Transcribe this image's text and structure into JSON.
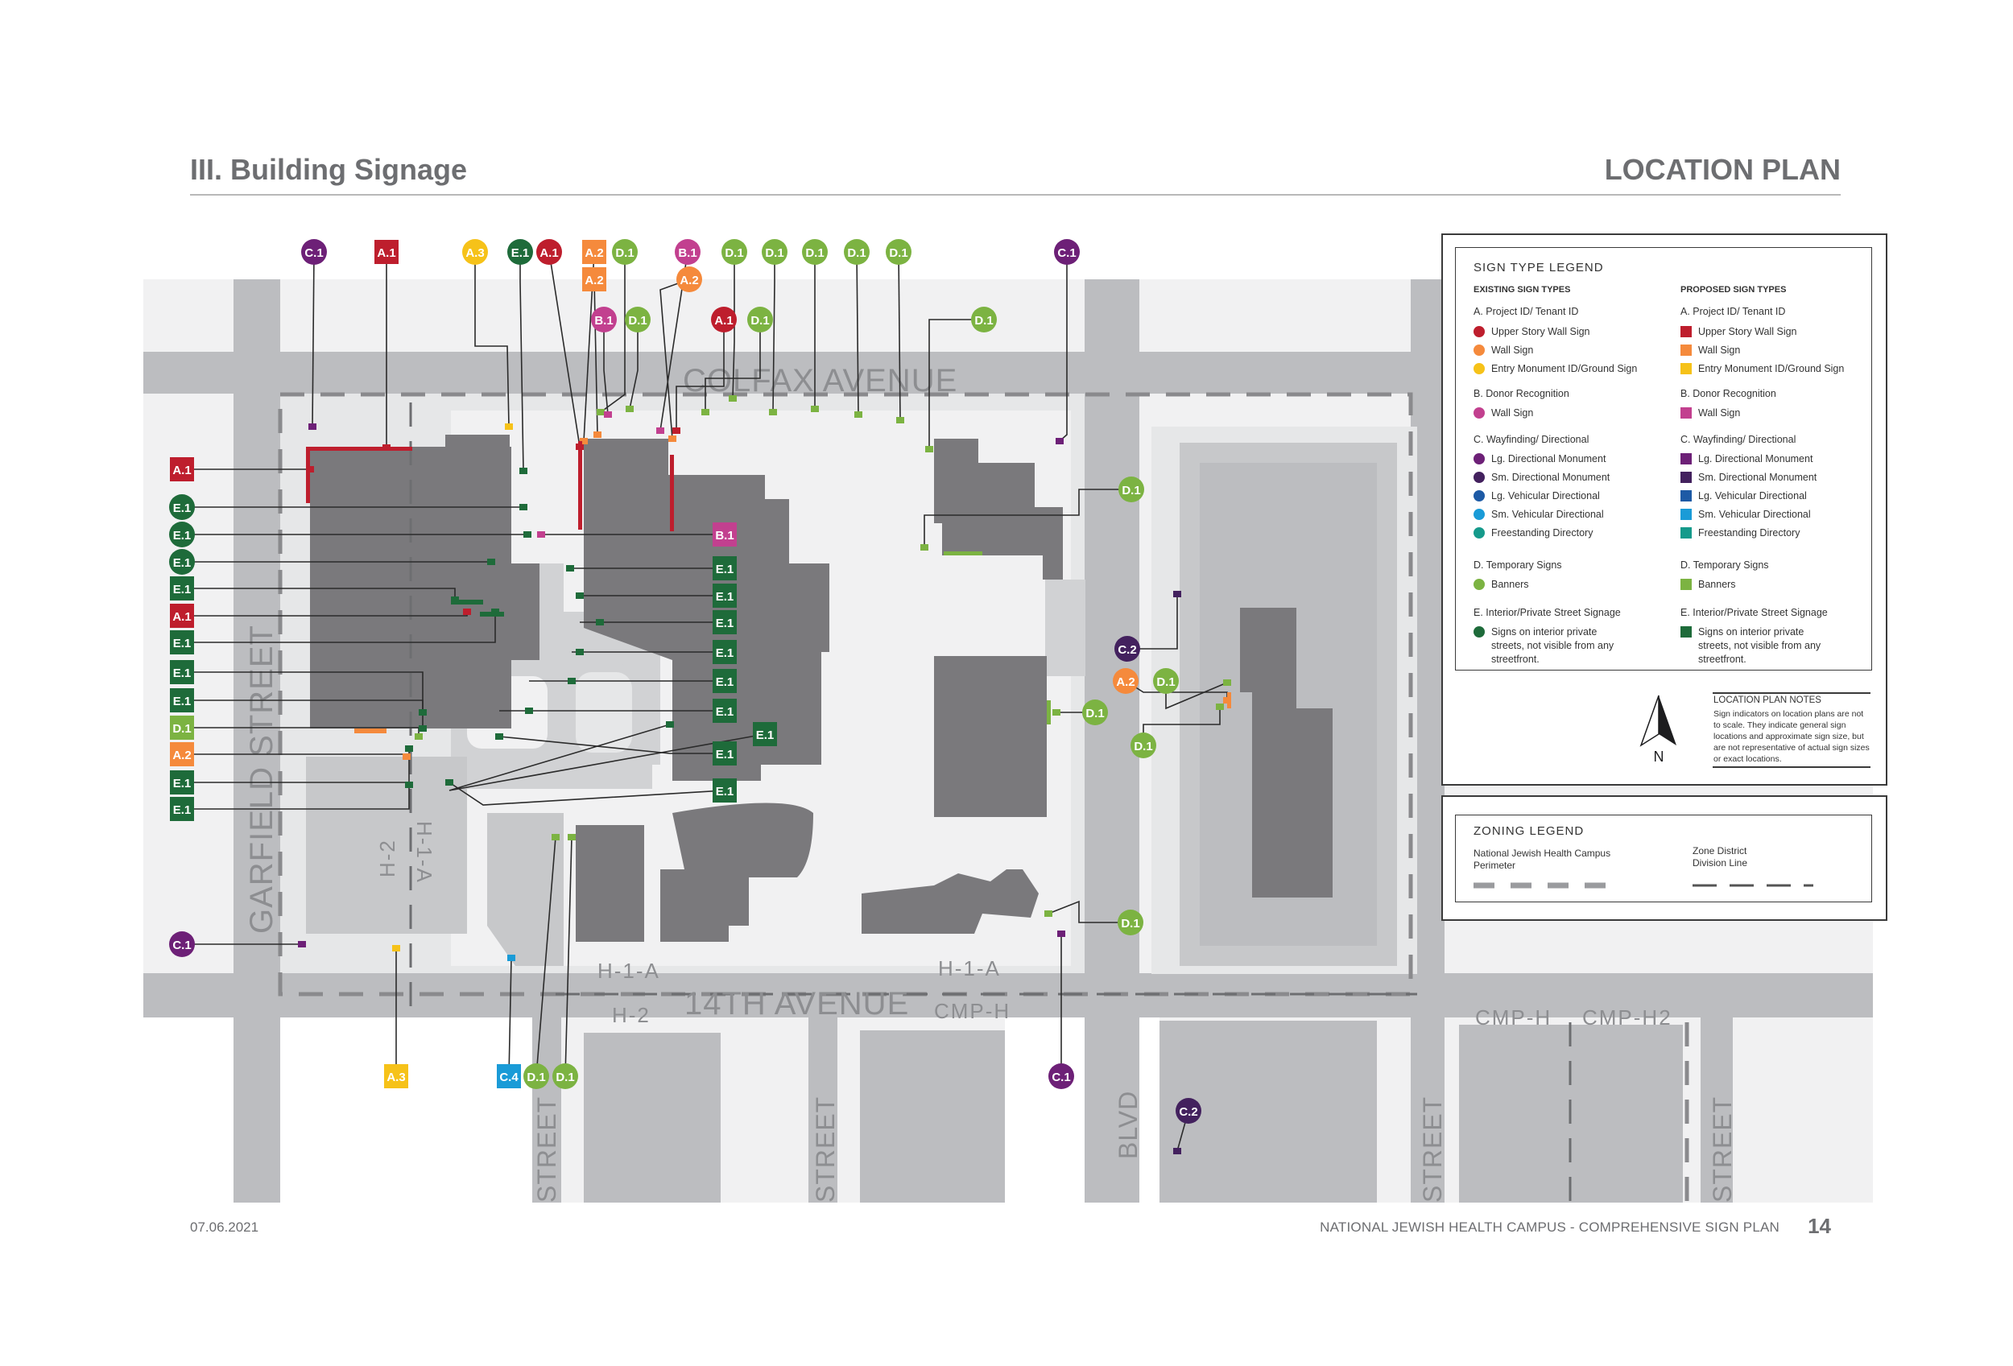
{
  "header": {
    "section_title": "III. Building Signage",
    "page_title": "LOCATION PLAN"
  },
  "footer": {
    "date": "07.06.2021",
    "doc_title": "NATIONAL JEWISH HEALTH CAMPUS - COMPREHENSIVE SIGN PLAN",
    "page_number": "14"
  },
  "colors": {
    "A.1": "#be1e2d",
    "A.2": "#f58a3c",
    "A.3": "#f6c219",
    "B.1": "#c2408f",
    "C.1": "#6d2077",
    "C.2": "#43215e",
    "C.3": "#1d5aa5",
    "C.4": "#1a9bd7",
    "C.5": "#159a8b",
    "D.1": "#7cb342",
    "E.1": "#1e6b3a"
  },
  "streets": {
    "colfax": "COLFAX AVENUE",
    "fourteenth": "14TH AVENUE",
    "garfield": "GARFIELD STREET",
    "street_a": "STREET",
    "street_b": "STREET",
    "street_c": "STREET",
    "street_d": "STREET",
    "blvd": "BLVD"
  },
  "zones": [
    "H-2",
    "H-1-A",
    "H-1-A",
    "H-2",
    "H-1-A",
    "CMP-H",
    "CMP-H",
    "CMP-H2"
  ],
  "markers": [
    {
      "id": "C.1",
      "shape": "circle"
    },
    {
      "id": "A.1",
      "shape": "square"
    },
    {
      "id": "A.3",
      "shape": "circle"
    },
    {
      "id": "E.1",
      "shape": "circle"
    },
    {
      "id": "A.1",
      "shape": "circle"
    },
    {
      "id": "A.2",
      "shape": "square"
    },
    {
      "id": "D.1",
      "shape": "circle"
    },
    {
      "id": "A.2",
      "shape": "square"
    },
    {
      "id": "B.1",
      "shape": "circle"
    },
    {
      "id": "A.2",
      "shape": "circle"
    },
    {
      "id": "D.1",
      "shape": "circle"
    },
    {
      "id": "D.1",
      "shape": "circle"
    },
    {
      "id": "D.1",
      "shape": "circle"
    },
    {
      "id": "D.1",
      "shape": "circle"
    },
    {
      "id": "D.1",
      "shape": "circle"
    },
    {
      "id": "B.1",
      "shape": "circle"
    },
    {
      "id": "D.1",
      "shape": "circle"
    },
    {
      "id": "A.1",
      "shape": "circle"
    },
    {
      "id": "D.1",
      "shape": "circle"
    },
    {
      "id": "C.1",
      "shape": "circle"
    },
    {
      "id": "D.1",
      "shape": "circle"
    },
    {
      "id": "A.1",
      "shape": "square"
    },
    {
      "id": "E.1",
      "shape": "circle"
    },
    {
      "id": "E.1",
      "shape": "circle"
    },
    {
      "id": "E.1",
      "shape": "circle"
    },
    {
      "id": "E.1",
      "shape": "square"
    },
    {
      "id": "A.1",
      "shape": "square"
    },
    {
      "id": "E.1",
      "shape": "square"
    },
    {
      "id": "E.1",
      "shape": "square"
    },
    {
      "id": "E.1",
      "shape": "square"
    },
    {
      "id": "D.1",
      "shape": "square"
    },
    {
      "id": "A.2",
      "shape": "square"
    },
    {
      "id": "E.1",
      "shape": "square"
    },
    {
      "id": "E.1",
      "shape": "square"
    },
    {
      "id": "C.1",
      "shape": "circle"
    },
    {
      "id": "B.1",
      "shape": "square"
    },
    {
      "id": "E.1",
      "shape": "square"
    },
    {
      "id": "E.1",
      "shape": "square"
    },
    {
      "id": "E.1",
      "shape": "square"
    },
    {
      "id": "E.1",
      "shape": "square"
    },
    {
      "id": "E.1",
      "shape": "square"
    },
    {
      "id": "E.1",
      "shape": "square"
    },
    {
      "id": "E.1",
      "shape": "square"
    },
    {
      "id": "E.1",
      "shape": "square"
    },
    {
      "id": "E.1",
      "shape": "square"
    },
    {
      "id": "D.1",
      "shape": "circle"
    },
    {
      "id": "C.2",
      "shape": "circle"
    },
    {
      "id": "A.2",
      "shape": "circle"
    },
    {
      "id": "D.1",
      "shape": "circle"
    },
    {
      "id": "D.1",
      "shape": "circle"
    },
    {
      "id": "D.1",
      "shape": "circle"
    },
    {
      "id": "D.1",
      "shape": "circle"
    },
    {
      "id": "A.3",
      "shape": "square"
    },
    {
      "id": "C.4",
      "shape": "square"
    },
    {
      "id": "D.1",
      "shape": "circle"
    },
    {
      "id": "D.1",
      "shape": "circle"
    },
    {
      "id": "C.1",
      "shape": "circle"
    },
    {
      "id": "C.2",
      "shape": "circle"
    }
  ],
  "legend": {
    "title": "SIGN TYPE LEGEND",
    "existing_header": "EXISTING SIGN TYPES",
    "proposed_header": "PROPOSED SIGN TYPES",
    "groups": [
      {
        "name": "A. Project ID/ Tenant ID",
        "items": [
          {
            "code": "A.1",
            "label": "Upper Story Wall Sign"
          },
          {
            "code": "A.2",
            "label": "Wall Sign"
          },
          {
            "code": "A.3",
            "label": "Entry Monument ID/Ground Sign"
          }
        ]
      },
      {
        "name": "B. Donor Recognition",
        "items": [
          {
            "code": "B.1",
            "label": "Wall Sign"
          }
        ]
      },
      {
        "name": "C. Wayfinding/ Directional",
        "items": [
          {
            "code": "C.1",
            "label": "Lg. Directional Monument"
          },
          {
            "code": "C.2",
            "label": "Sm. Directional Monument"
          },
          {
            "code": "C.3",
            "label": "Lg. Vehicular Directional"
          },
          {
            "code": "C.4",
            "label": "Sm. Vehicular Directional"
          },
          {
            "code": "C.5",
            "label": "Freestanding Directory"
          }
        ]
      },
      {
        "name": "D. Temporary Signs",
        "items": [
          {
            "code": "D.1",
            "label": "Banners"
          }
        ]
      },
      {
        "name": "E. Interior/Private Street Signage",
        "items": [
          {
            "code": "E.1",
            "label": "Signs on interior private streets, not visible from any streetfront."
          }
        ]
      }
    ],
    "notes_title": "LOCATION PLAN NOTES",
    "notes_text": "Sign indicators on location plans are not to scale. They indicate general sign locations and approximate sign size, but are not representative of actual sign sizes or exact locations.",
    "north": "N"
  },
  "zoning_legend": {
    "title": "ZONING LEGEND",
    "perimeter_label": "National Jewish Health Campus Perimeter",
    "division_label": "Zone District Division Line"
  }
}
